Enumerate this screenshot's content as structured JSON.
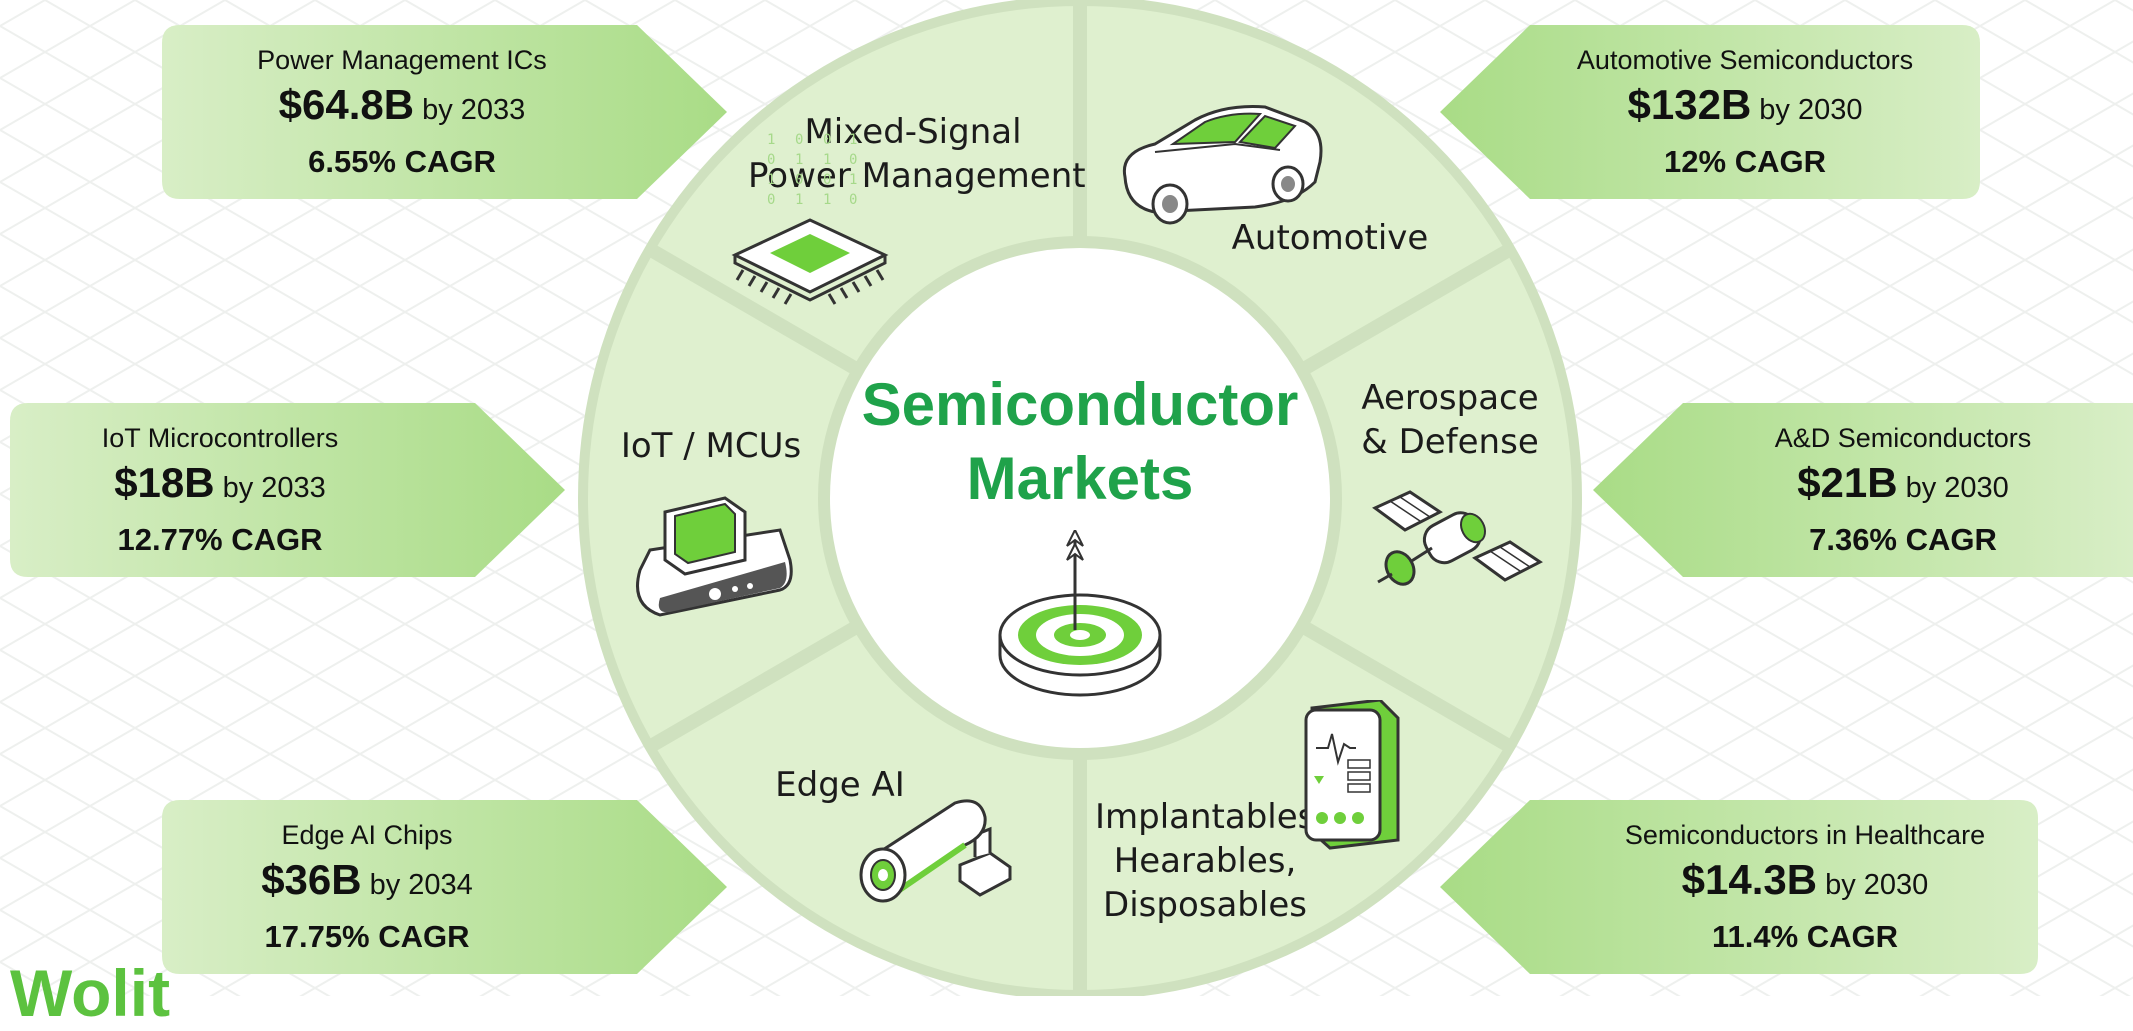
{
  "center": {
    "line1": "Semiconductor",
    "line2": "Markets"
  },
  "segments": [
    {
      "line1": "Mixed-Signal",
      "line2": "Power Management"
    },
    {
      "line1": "Automotive"
    },
    {
      "line1": "Aerospace",
      "line2": "& Defense"
    },
    {
      "line1": "Implantables,",
      "line2": "Hearables,",
      "line3": "Disposables"
    },
    {
      "line1": "Edge AI"
    },
    {
      "line1": "IoT / MCUs"
    }
  ],
  "callouts": [
    {
      "name": "Power Management ICs",
      "amount": "$64.8B",
      "by": "by 2033",
      "cagr": "6.55% CAGR"
    },
    {
      "name": "Automotive Semiconductors",
      "amount": "$132B",
      "by": "by 2030",
      "cagr": "12% CAGR"
    },
    {
      "name": "IoT Microcontrollers",
      "amount": "$18B",
      "by": "by 2033",
      "cagr": "12.77% CAGR"
    },
    {
      "name": "A&D Semiconductors",
      "amount": "$21B",
      "by": "by 2030",
      "cagr": "7.36% CAGR"
    },
    {
      "name": "Edge AI Chips",
      "amount": "$36B",
      "by": "by 2034",
      "cagr": "17.75% CAGR"
    },
    {
      "name": "Semiconductors in Healthcare",
      "amount": "$14.3B",
      "by": "by 2030",
      "cagr": "11.4% CAGR"
    }
  ],
  "footer": {
    "partial_word": "Wolit"
  },
  "colors": {
    "ring": "#dff0cf",
    "ring_border": "#cfe1bf",
    "divider": "#cfe1bf",
    "callout_light": "#d8eec6",
    "callout_dark": "#a9dc86",
    "accent_green": "#5cc23f",
    "title_green": "#1fa24a"
  },
  "icons": [
    "chip-icon",
    "car-icon",
    "satellite-icon",
    "health-monitor-icon",
    "security-camera-icon",
    "smartwatch-icon",
    "target-icon"
  ]
}
